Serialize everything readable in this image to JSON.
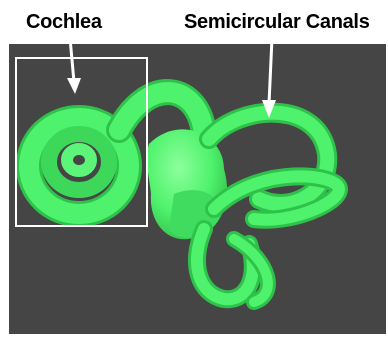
{
  "labels": {
    "cochlea": "Cochlea",
    "semicircular_canals": "Semicircular Canals"
  },
  "colors": {
    "background_panel": "#454545",
    "structure_green": "#4ef26c",
    "structure_shadow": "#2fc24a",
    "highlight_box": "#ffffff",
    "arrow": "#ffffff"
  },
  "figure": {
    "subject": "3D render of inner ear labyrinth",
    "highlighted_region": "cochlea"
  }
}
